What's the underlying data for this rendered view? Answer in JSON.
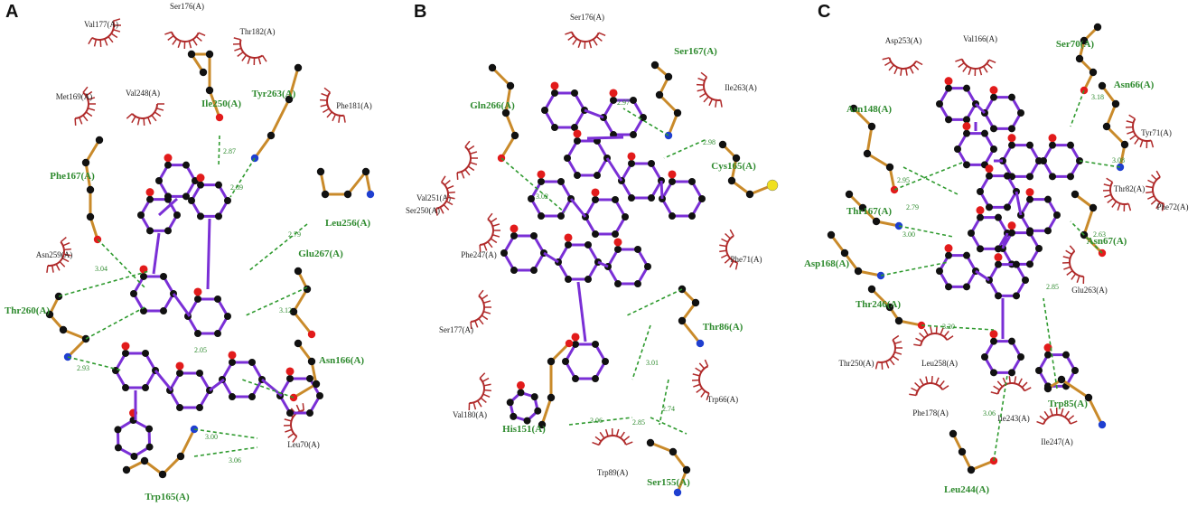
{
  "colors": {
    "ligand_bond": "#7a2fd6",
    "residue_bond": "#c98a2a",
    "hbond": "#2e9a2e",
    "hydrophobic": "#b02a2a",
    "carbon": "#111111",
    "oxygen": "#e21b1b",
    "nitrogen": "#1f3fd0",
    "sulfur": "#f0e020",
    "hb_label": "#2e8a2e",
    "hp_label": "#222222"
  },
  "panels": [
    {
      "label": "A",
      "hbond_residues": [
        "Ile250(A)",
        "Tyr263(A)",
        "Phe167(A)",
        "Leu256(A)",
        "Glu267(A)",
        "Thr260(A)",
        "Asn166(A)",
        "Trp165(A)"
      ],
      "hydrophobic_residues": [
        "Val177(A)",
        "Ser176(A)",
        "Thr182(A)",
        "Met169(A)",
        "Val248(A)",
        "Phe181(A)",
        "Asn259(A)",
        "Leu70(A)"
      ],
      "distances": [
        "2.87",
        "2.89",
        "3.04",
        "2.79",
        "3.12",
        "2.05",
        "2.93",
        "3.00",
        "3.06"
      ]
    },
    {
      "label": "B",
      "hbond_residues": [
        "Gln266(A)",
        "Ser167(A)",
        "Cys165(A)",
        "Thr86(A)",
        "His151(A)",
        "Ser155(A)"
      ],
      "hydrophobic_residues": [
        "Ser176(A)",
        "Ile263(A)",
        "Val251(A)",
        "Ser250(A)",
        "Phe247(A)",
        "Phe71(A)",
        "Ser177(A)",
        "Trp66(A)",
        "Val180(A)",
        "Trp89(A)"
      ],
      "distances": [
        "2.97",
        "2.98",
        "3.02",
        "3.01",
        "2.74",
        "3.06",
        "2.85"
      ]
    },
    {
      "label": "C",
      "hbond_residues": [
        "Ser70(A)",
        "Asn66(A)",
        "Asn148(A)",
        "Thr167(A)",
        "Asn67(A)",
        "Asp168(A)",
        "Thr246(A)",
        "Trp85(A)",
        "Leu244(A)"
      ],
      "hydrophobic_residues": [
        "Asp253(A)",
        "Val166(A)",
        "Tyr71(A)",
        "Thr82(A)",
        "Phe72(A)",
        "Glu263(A)",
        "Thr250(A)",
        "Leu258(A)",
        "Phe178(A)",
        "Ile243(A)",
        "Ile247(A)"
      ],
      "distances": [
        "3.18",
        "3.08",
        "2.95",
        "2.79",
        "3.00",
        "2.63",
        "3.20",
        "2.85",
        "3.06"
      ]
    }
  ]
}
